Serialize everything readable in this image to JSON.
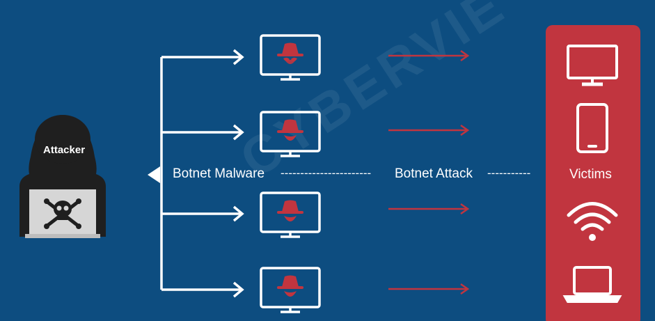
{
  "attacker": {
    "label": "Attacker"
  },
  "flow": {
    "malware_label": "Botnet Malware",
    "attack_label": "Botnet Attack"
  },
  "victims": {
    "label": "Victims",
    "devices": [
      "monitor-icon",
      "smartphone-icon",
      "wifi-icon",
      "laptop-icon"
    ]
  },
  "bots": [
    "infected-monitor-icon",
    "infected-monitor-icon",
    "infected-monitor-icon",
    "infected-monitor-icon"
  ],
  "watermark": {
    "text": "CYBERVIE"
  },
  "colors": {
    "background": "#0d4d80",
    "accent_red": "#c1353f",
    "white": "#ffffff",
    "dark": "#1f1f1f"
  }
}
